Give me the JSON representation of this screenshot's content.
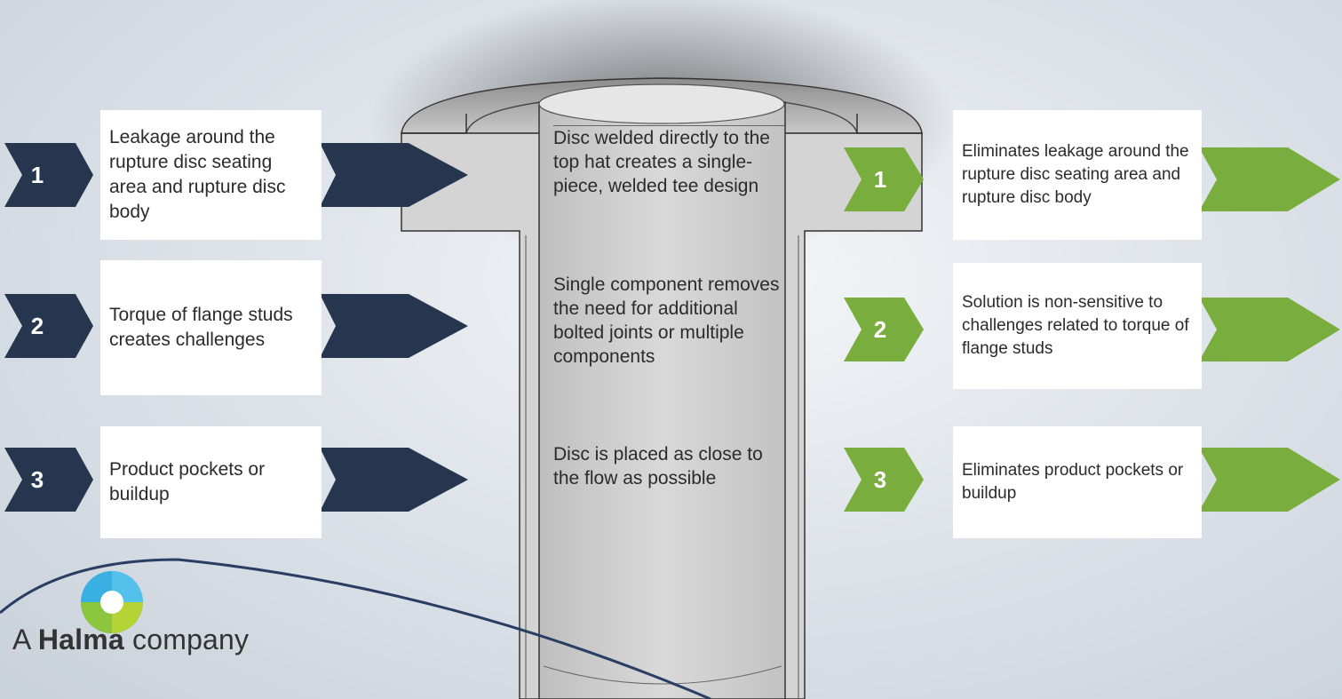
{
  "center_text": {
    "para1": "Disc welded directly to the top hat creates a single-piece, welded tee design",
    "para2": "Single component removes the need for additional bolted joints or multiple components",
    "para3": "Disc is placed as close to the flow as possible"
  },
  "left_items": [
    {
      "number": "1",
      "text": "Leakage around the rupture disc seating area and rupture disc body"
    },
    {
      "number": "2",
      "text": "Torque of flange studs creates challenges"
    },
    {
      "number": "3",
      "text": "Product pockets or buildup"
    }
  ],
  "right_items": [
    {
      "number": "1",
      "text": "Eliminates leakage around the rupture disc seating area and rupture disc body"
    },
    {
      "number": "2",
      "text": "Solution is non-sensitive to challenges related to torque of flange studs"
    },
    {
      "number": "3",
      "text": "Eliminates product pockets or buildup"
    }
  ],
  "logo": {
    "prefix": "A ",
    "brand": "Halma",
    "suffix": " company"
  },
  "colors": {
    "left_arrow": "#27364f",
    "right_arrow": "#79ad3d",
    "part_body": "#d4d4d4"
  }
}
